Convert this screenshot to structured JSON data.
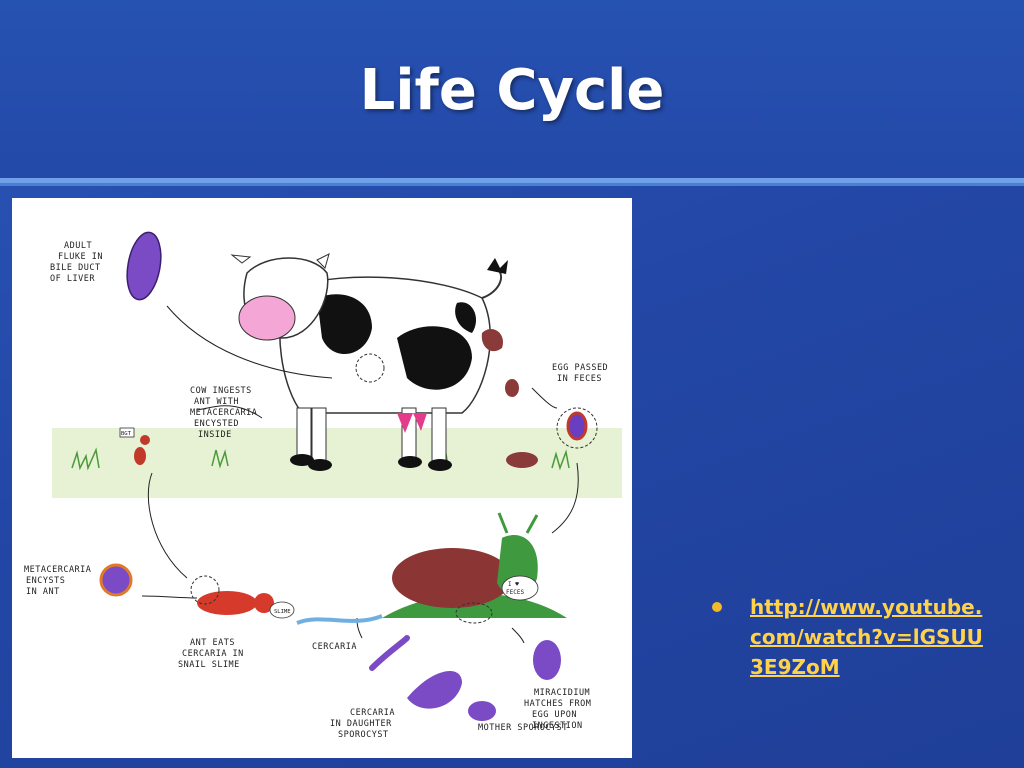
{
  "slide": {
    "title": "Life Cycle",
    "link": "http://www.youtube.com/watch?v=lGSUU3E9ZoM"
  },
  "diagram": {
    "labels": {
      "adult_fluke": [
        "ADULT",
        "FLUKE IN",
        "BILE DUCT",
        "OF LIVER"
      ],
      "cow_ingests": [
        "COW INGESTS",
        "ANT WITH",
        "METACERCARIA",
        "ENCYSTED",
        "INSIDE"
      ],
      "egg_passed": [
        "EGG PASSED",
        "IN FECES"
      ],
      "metacercaria": [
        "METACERCARIA",
        "ENCYSTS",
        "IN ANT"
      ],
      "ant_eats": [
        "ANT EATS",
        "CERCARIA IN",
        "SNAIL SLIME"
      ],
      "cercaria": "CERCARIA",
      "miracidium": [
        "MIRACIDIUM",
        "HATCHES FROM",
        "EGG UPON",
        "INGESTION"
      ],
      "cercaria_daughter": [
        "CERCARIA",
        "IN DAUGHTER",
        "SPOROCYST"
      ],
      "mother_sporocyst": "MOTHER SPOROCYST",
      "snail_sign": [
        "I ♥",
        "FECES"
      ],
      "ant_sign": "BGT",
      "slime": "SLIME"
    }
  },
  "colors": {
    "accent_link": "#ffd24a",
    "bullet": "#f2b928",
    "background": "#2449a8"
  }
}
